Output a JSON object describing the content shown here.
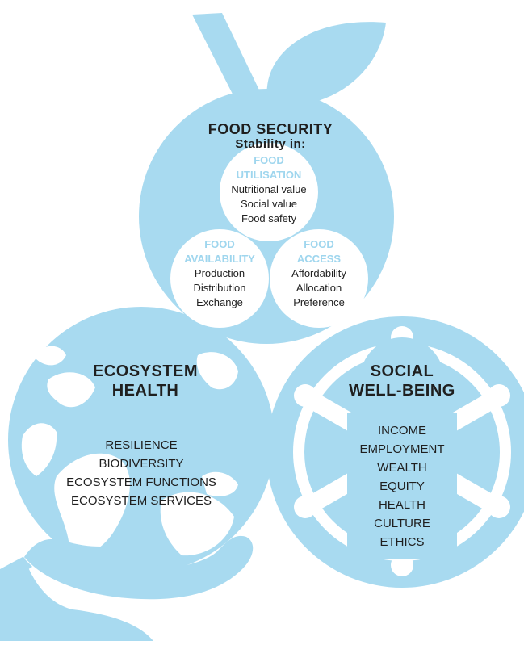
{
  "colors": {
    "light_blue": "#a8daf0",
    "white": "#ffffff",
    "text": "#1f1f1f",
    "label_blue": "#9fd6ee"
  },
  "food_security": {
    "title": "FOOD SECURITY",
    "subtitle": "Stability in:",
    "utilisation": {
      "title_1": "FOOD",
      "title_2": "UTILISATION",
      "items": [
        "Nutritional value",
        "Social value",
        "Food safety"
      ]
    },
    "availability": {
      "title_1": "FOOD",
      "title_2": "AVAILABILITY",
      "items": [
        "Production",
        "Distribution",
        "Exchange"
      ]
    },
    "access": {
      "title_1": "FOOD",
      "title_2": "ACCESS",
      "items": [
        "Affordability",
        "Allocation",
        "Preference"
      ]
    }
  },
  "ecosystem": {
    "title_1": "ECOSYSTEM",
    "title_2": "HEALTH",
    "items": [
      "RESILIENCE",
      "BIODIVERSITY",
      "ECOSYSTEM FUNCTIONS",
      "ECOSYSTEM SERVICES"
    ],
    "icons": [
      "globe-icon",
      "hand-icon"
    ]
  },
  "social": {
    "title_1": "SOCIAL",
    "title_2": "WELL-BEING",
    "items": [
      "INCOME",
      "EMPLOYMENT",
      "WEALTH",
      "EQUITY",
      "HEALTH",
      "CULTURE",
      "ETHICS"
    ],
    "icons": [
      "people-circle-icon"
    ]
  },
  "icons": [
    "apple-icon",
    "leaf-icon",
    "stem-icon"
  ]
}
